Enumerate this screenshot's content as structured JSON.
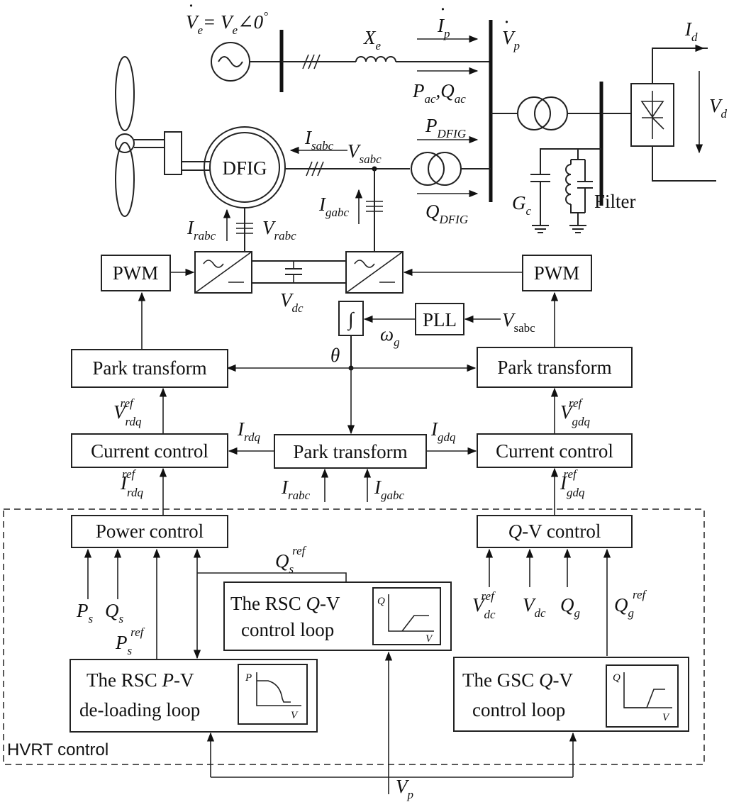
{
  "labels": {
    "ve": "V",
    "ve_eq": "= V",
    "ve_angle": "∠0",
    "xe": "X",
    "ip": "I",
    "vp_bus": "V",
    "pac_qac": "P",
    "pdfig": "P",
    "qdfig": "Q",
    "isabc": "I",
    "vsabc": "V",
    "igabc_top": "I",
    "irabc_top": "I",
    "vrabc": "V",
    "vdc": "V",
    "gc": "G",
    "filter": "Filter",
    "id": "I",
    "vd": "V",
    "omega_g": "ω",
    "theta": "θ",
    "vsabc_pll": "V",
    "vrdq_ref": "V",
    "vgdq_ref": "V",
    "irdq": "I",
    "igdq": "I",
    "irabc_bottom": "I",
    "igabc_bottom": "I",
    "irdq_ref": "I",
    "igdq_ref": "I",
    "qs_ref": "Q",
    "ps": "P",
    "qs": "Q",
    "ps_ref": "P",
    "vdc_ref": "V",
    "vdc2": "V",
    "qg": "Q",
    "qg_ref": "Q",
    "vp_bottom": "V"
  },
  "subscripts": {
    "e": "e",
    "p": "p",
    "ac": "ac",
    "DFIG": "DFIG",
    "sabc": "sabc",
    "gabc": "gabc",
    "rabc": "rabc",
    "dc": "dc",
    "c": "c",
    "d": "d",
    "g": "g",
    "rdq": "rdq",
    "gdq": "gdq",
    "s": "s",
    "ref": "ref",
    "sabc_roman": "sabc"
  },
  "blocks": {
    "dfig": "DFIG",
    "pwm_left": "PWM",
    "pwm_right": "PWM",
    "pll": "PLL",
    "integrator": "∫",
    "park_left": "Park transform",
    "park_right": "Park transform",
    "park_center": "Park transform",
    "current_left": "Current control",
    "current_right": "Current control",
    "power_control": "Power control",
    "qv_control_a": "Q",
    "qv_control_b": "-V",
    "qv_control_c": " control",
    "rsc_qv_1a": "The RSC ",
    "rsc_qv_1b": "Q",
    "rsc_qv_1c": "-V",
    "rsc_qv_2": "control loop",
    "rsc_pv_1a": "The RSC ",
    "rsc_pv_1b": "P",
    "rsc_pv_1c": "-V",
    "rsc_pv_2": "de-loading loop",
    "gsc_qv_1a": "The GSC ",
    "gsc_qv_1b": "Q",
    "gsc_qv_1c": "-V",
    "gsc_qv_2": "control loop",
    "hvrt": "HVRT control"
  },
  "mini_charts": {
    "rsc_qv": {
      "y": "Q",
      "x": "V"
    },
    "rsc_pv": {
      "y": "P",
      "x": "V"
    },
    "gsc_qv": {
      "y": "Q",
      "x": "V"
    }
  },
  "misc": {
    "comma": ",",
    "deg": "°",
    "triple": "///"
  }
}
